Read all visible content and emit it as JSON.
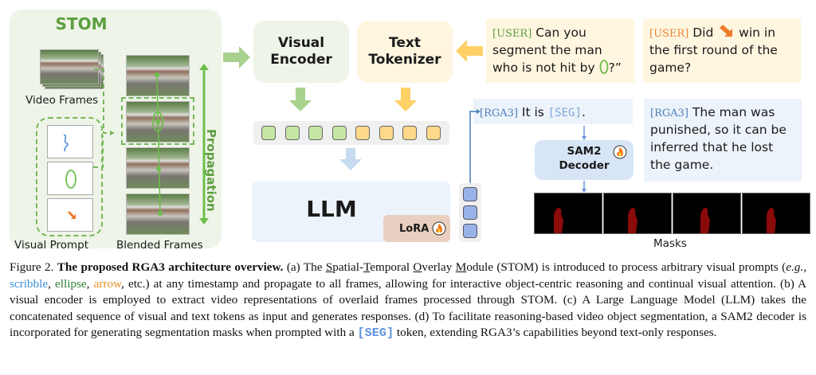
{
  "stom": {
    "title": "STOM",
    "video_frames_label": "Video Frames",
    "visual_prompt_label": "Visual Prompt",
    "blended_frames_label": "Blended Frames",
    "propagation_label": "Propagation",
    "visual_prompts": [
      "scribble-icon",
      "ellipse-icon",
      "arrow-icon"
    ]
  },
  "visual_encoder": {
    "line1": "Visual",
    "line2": "Encoder"
  },
  "text_tokenizer": {
    "line1": "Text",
    "line2": "Tokenizer"
  },
  "tokens": {
    "visual_count": 4,
    "text_count": 4,
    "output_count": 3
  },
  "llm": {
    "label": "LLM",
    "lora_label": "LoRA"
  },
  "chat": {
    "user1": {
      "tag": "[USER]",
      "text_a": "Can you segment the man who is not hit by ",
      "text_b": "?”"
    },
    "user2": {
      "tag": "[USER]",
      "text_a": "Did ",
      "text_b": " win in the first round of the game?"
    },
    "reply1": {
      "tag": "[RGA3]",
      "text": " It is ",
      "seg": "[SEG]",
      "end": "."
    },
    "reply2": {
      "tag": "[RGA3]",
      "text": " The man was punished, so it can be inferred that he lost the game."
    }
  },
  "sam2": {
    "line1": "SAM2",
    "line2": "Decoder"
  },
  "masks": {
    "label": "Masks",
    "count": 4
  },
  "colors": {
    "green": "#5c9e3f",
    "orange": "#e8843a",
    "blue": "#4a7fb8",
    "mask_red": "#8b0a0a"
  },
  "caption": {
    "fig": "Figure 2. ",
    "bold": "The proposed RGA3 architecture overview.",
    "p1": " (a) The ",
    "S": "S",
    "p2": "patial-",
    "T": "T",
    "p3": "emporal ",
    "O": "O",
    "p4": "verlay ",
    "M": "M",
    "p5": "odule (STOM) is introduced to process arbitrary visual prompts (",
    "eg": "e.g.",
    "p6": ", ",
    "scribble": "scribble",
    "comma1": ", ",
    "ellipse": "ellipse",
    "comma2": ", ",
    "arrow": "arrow",
    "p7": ", etc.) at any timestamp and propagate to all frames, allowing for interactive object-centric reasoning and continual visual attention. (b) A visual encoder is employed to extract video representations of overlaid frames processed through STOM. (c) A Large Language Model (LLM) takes the concatenated sequence of visual and text tokens as input and generates responses. (d) To facilitate reasoning-based video object segmentation, a SAM2 decoder is incorporated for generating segmentation masks when prompted with a ",
    "seg": "[SEG]",
    "p8": " token, extending RGA3’s capabilities beyond text-only responses."
  }
}
